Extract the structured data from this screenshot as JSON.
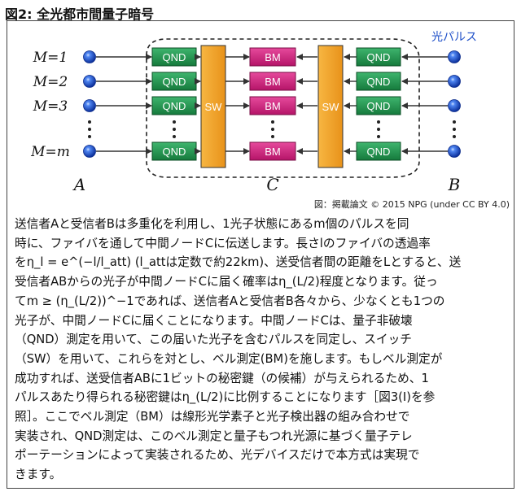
{
  "figure_title": "図2:  全光都市間量子暗号",
  "diagram": {
    "rows": [
      {
        "label": "M=1"
      },
      {
        "label": "M=2"
      },
      {
        "label": "M=3"
      },
      {
        "label": "M=m"
      }
    ],
    "qnd_label": "QND",
    "bm_label": "BM",
    "sw_label": "SW",
    "node_labels": {
      "left": "A",
      "center": "C",
      "right": "B"
    },
    "light_pulse_label": "光パルス",
    "colors": {
      "qnd_fill": "#1f8a4a",
      "bm_fill": "#cc1e7a",
      "sw_fill": "#f2a31c",
      "node_blue": "#1a4fd6",
      "pulse_label": "#1e4fc8"
    }
  },
  "credit": "図：掲載論文 © 2015 NPG (under CC BY 4.0)",
  "body_lines": [
    "送信者Aと受信者Bは多重化を利用し、1光子状態にあるm個のパルスを同",
    "時に、ファイバを通して中間ノードCに伝送します。長さlのファイバの透過率",
    "をη_l = e^(−l/l_att) (l_attは定数で約22km)、送受信者間の距離をLとすると、送",
    "受信者ABからの光子が中間ノードCに届く確率はη_(L/2)程度となります。従っ",
    "てm ≥ (η_(L/2))^−1であれば、送信者Aと受信者B各々から、少なくとも1つの",
    "光子が、中間ノードCに届くことになります。中間ノードCは、量子非破壊",
    "（QND）測定を用いて、この届いた光子を含むパルスを同定し、スイッチ",
    "（SW）を用いて、これらを対とし、ベル測定(BM)を施します。もしベル測定が",
    "成功すれば、送受信者ABに1ビットの秘密鍵（の候補）が与えられるため、1",
    "パルスあたり得られる秘密鍵はη_(L/2)に比例することになります［図3(I)を参",
    "照］。ここでベル測定（BM）は線形光学素子と光子検出器の組み合わせで",
    "実装され、QND測定は、このベル測定と量子もつれ光源に基づく量子テレ",
    "ポーテーションによって実装されるため、光デバイスだけで本方式は実現で",
    "きます。"
  ]
}
